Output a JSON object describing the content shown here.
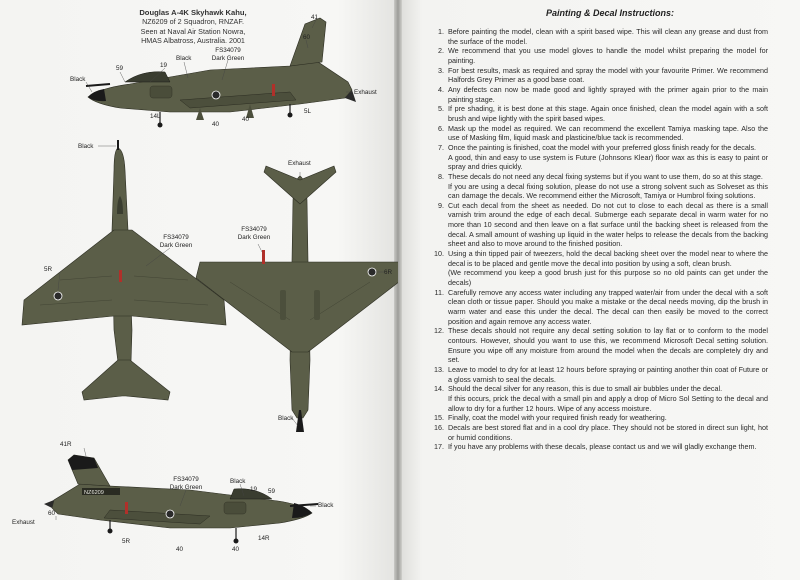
{
  "left_page": {
    "title": "Douglas A-4K Skyhawk Kahu,",
    "subtitle_lines": [
      "NZ6209 of 2 Squadron, RNZAF.",
      "Seen at Naval Air Station Nowra,",
      "HMAS Albatross, Australia. 2001"
    ],
    "side_view_top": {
      "labels": {
        "l41": "41",
        "l60": "60",
        "l59": "59",
        "l19": "19",
        "black_a": "Black",
        "fs": "FS34079",
        "dg": "Dark Green",
        "black_b": "Black",
        "l5l": "5L",
        "l40a": "40",
        "l40b": "40",
        "l14l": "14L",
        "exhaust": "Exhaust"
      }
    },
    "top_view": {
      "labels": {
        "black": "Black",
        "fs": "FS34079",
        "dg": "Dark Green",
        "l5r": "5R"
      }
    },
    "bottom_view": {
      "labels": {
        "exhaust": "Exhaust",
        "fs": "FS34079",
        "dg": "Dark Green",
        "l6r": "6R",
        "black": "Black"
      }
    },
    "side_view_bottom": {
      "labels": {
        "l41r": "41R",
        "fs": "FS34079",
        "dg": "Dark Green",
        "black_a": "Black",
        "l19": "19",
        "l59": "59",
        "black_b": "Black",
        "l60": "60",
        "exhaust": "Exhaust",
        "l5r": "5R",
        "l40a": "40",
        "l14r": "14R",
        "l40b": "40"
      },
      "serial": "NZ6209"
    },
    "colors": {
      "olive": "#5b5e48",
      "black": "#1a1a1a",
      "red": "#b0302a"
    }
  },
  "right_page": {
    "title": "Painting & Decal Instructions:",
    "steps": [
      {
        "num": "1.",
        "text": "Before painting the model, clean with a spirit based wipe. This will clean any grease and dust from the surface of the model."
      },
      {
        "num": "2.",
        "text": "We recommend that you use model gloves to handle the model whilst preparing the model for painting."
      },
      {
        "num": "3.",
        "text": "For best results, mask as required and spray the model with your favourite Primer. We recommend Halfords Grey Primer as a good base coat."
      },
      {
        "num": "4.",
        "text": "Any defects can now be made good and lightly sprayed with the primer again prior to the main painting stage."
      },
      {
        "num": "5.",
        "text": "If pre shading, it is best done at this stage. Again once finished, clean the model again with a soft brush and wipe lightly with the spirit based wipes."
      },
      {
        "num": "6.",
        "text": "Mask up the model as required. We can recommend the excellent Tamiya masking tape. Also the use of Masking film, liquid mask and plasticine/blue tack is recommended."
      },
      {
        "num": "7.",
        "text": "Once the painting is finished, coat the model with your preferred gloss finish ready for the decals.",
        "extra": [
          "A good, thin and easy to use system is Future (Johnsons Klear) floor wax as this is easy to paint or spray and dries quickly."
        ]
      },
      {
        "num": "8.",
        "text": "These decals do not need any decal fixing systems but if you want to use them, do so at this stage.",
        "extra": [
          "If you are using a decal fixing solution, please do not use a strong solvent such as Solveset as this can damage the decals. We recommend either the Microsoft, Tamiya or Humbrol fixing solutions."
        ]
      },
      {
        "num": "9.",
        "text": "Cut each decal from the sheet as needed. Do not cut to close to each decal as there is a small varnish trim around the edge of each decal. Submerge each separate decal in warm water for no more than 10 second and then leave on a flat surface until the backing sheet is released from the decal. A small amount of washing up liquid in the water helps to release the decals from the backing sheet and also to move around to the finished position."
      },
      {
        "num": "10.",
        "text": "Using a thin tipped pair of tweezers, hold the decal backing sheet over the model near to where the decal is to be placed and gentle move the decal into position by using a soft, clean brush.",
        "extra": [
          "(We recommend you keep a good brush just for this purpose so no old paints can get under the decals)"
        ]
      },
      {
        "num": "11.",
        "text": "Carefully remove any access water including any trapped water/air from under the decal with a soft clean cloth or tissue paper. Should you make a mistake or the decal needs moving, dip the brush in warm water and ease this under the decal. The decal can then easily be moved to the correct position and again remove any access water."
      },
      {
        "num": "12.",
        "text": "These decals should not require any decal setting solution to lay flat or to conform to the model contours. However, should you want to use this, we recommend Microsoft Decal setting solution. Ensure you wipe off any moisture from around the model when the decals are completely dry and set."
      },
      {
        "num": "13.",
        "text": "Leave to model to dry for at least 12 hours before spraying or painting another thin coat of Future or a gloss varnish to seal the decals."
      },
      {
        "num": "14.",
        "text": "Should the decal silver for any reason, this is due to small air bubbles under the decal.",
        "extra": [
          "If this occurs, prick the decal with a small pin and apply a drop of Micro Sol Setting to the decal and allow to dry for a further 12 hours. Wipe of any access moisture."
        ]
      },
      {
        "num": "15.",
        "text": "Finally, coat the model with your required finish ready for weathering."
      },
      {
        "num": "16.",
        "text": "Decals are best stored flat and in a cool dry place. They should not be stored in direct sun light, hot or humid conditions."
      },
      {
        "num": "17.",
        "text": "If you have any problems with these decals, please contact us and we will gladly exchange them."
      }
    ]
  }
}
